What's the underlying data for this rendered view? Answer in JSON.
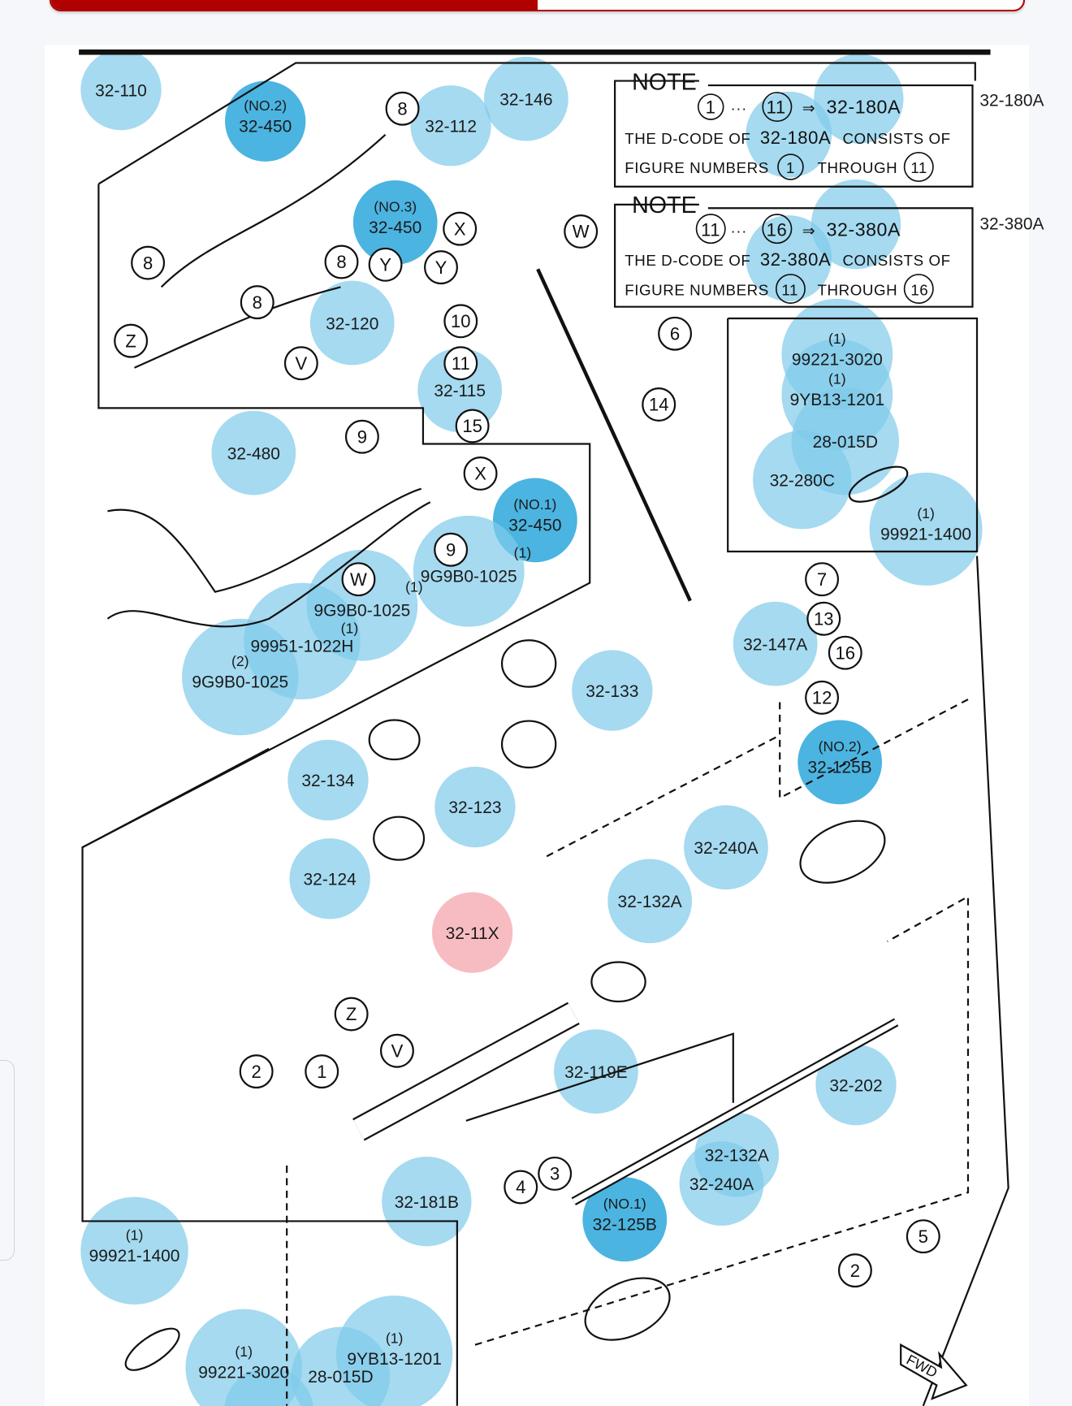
{
  "progress": {
    "percent": 50,
    "color": "#b00000"
  },
  "colors": {
    "hotspot": "#7fcbea",
    "hotspot_variant": "#2ba7dc",
    "hotspot_selected": "#f4a0a6"
  },
  "notes": [
    {
      "title": "NOTE",
      "range_from": "1",
      "range_to": "11",
      "arrow": "⇒",
      "code": "32-180A",
      "line1": "THE D-CODE OF",
      "line1_code": "32-180A",
      "line1_end": "CONSISTS OF",
      "line2": "FIGURE NUMBERS",
      "line2_from": "1",
      "line2_mid": "THROUGH",
      "line2_to": "11"
    },
    {
      "title": "NOTE",
      "range_from": "11",
      "range_to": "16",
      "arrow": "⇒",
      "code": "32-380A",
      "line1": "THE D-CODE OF",
      "line1_code": "32-380A",
      "line1_end": "CONSISTS OF",
      "line2": "FIGURE NUMBERS",
      "line2_from": "11",
      "line2_mid": "THROUGH",
      "line2_to": "16"
    }
  ],
  "hotspots": [
    {
      "label": "32-110",
      "sub": "",
      "kind": "normal"
    },
    {
      "label": "32-450",
      "sub": "(NO.2)",
      "kind": "variant"
    },
    {
      "label": "32-112",
      "sub": "",
      "kind": "normal"
    },
    {
      "label": "32-146",
      "sub": "",
      "kind": "normal"
    },
    {
      "label": "32-180A",
      "sub": "",
      "kind": "normal"
    },
    {
      "label": "",
      "sub": "",
      "kind": "normal"
    },
    {
      "label": "32-450",
      "sub": "(NO.3)",
      "kind": "variant"
    },
    {
      "label": "32-380A",
      "sub": "",
      "kind": "normal"
    },
    {
      "label": "",
      "sub": "",
      "kind": "normal"
    },
    {
      "label": "32-120",
      "sub": "",
      "kind": "normal"
    },
    {
      "label": "32-115",
      "sub": "",
      "kind": "normal"
    },
    {
      "label": "99221-3020",
      "sub": "(1)",
      "kind": "normal"
    },
    {
      "label": "9YB13-1201",
      "sub": "(1)",
      "kind": "normal"
    },
    {
      "label": "28-015D",
      "sub": "",
      "kind": "normal"
    },
    {
      "label": "32-280C",
      "sub": "",
      "kind": "normal"
    },
    {
      "label": "32-480",
      "sub": "",
      "kind": "normal"
    },
    {
      "label": "32-450",
      "sub": "(NO.1)",
      "kind": "variant"
    },
    {
      "label": "99921-1400",
      "sub": "(1)",
      "kind": "normal"
    },
    {
      "label": "9G9B0-1025",
      "sub": "(1)",
      "kind": "normal"
    },
    {
      "label": "9G9B0-1025",
      "sub": "(1)",
      "kind": "normal"
    },
    {
      "label": "99951-1022H",
      "sub": "(1)",
      "kind": "normal"
    },
    {
      "label": "9G9B0-1025",
      "sub": "(2)",
      "kind": "normal"
    },
    {
      "label": "32-133",
      "sub": "",
      "kind": "normal"
    },
    {
      "label": "32-147A",
      "sub": "",
      "kind": "normal"
    },
    {
      "label": "32-125B",
      "sub": "(NO.2)",
      "kind": "variant"
    },
    {
      "label": "32-134",
      "sub": "",
      "kind": "normal"
    },
    {
      "label": "32-123",
      "sub": "",
      "kind": "normal"
    },
    {
      "label": "32-240A",
      "sub": "",
      "kind": "normal"
    },
    {
      "label": "32-124",
      "sub": "",
      "kind": "normal"
    },
    {
      "label": "32-132A",
      "sub": "",
      "kind": "normal"
    },
    {
      "label": "32-11X",
      "sub": "",
      "kind": "selected"
    },
    {
      "label": "32-119E",
      "sub": "",
      "kind": "normal"
    },
    {
      "label": "32-202",
      "sub": "",
      "kind": "normal"
    },
    {
      "label": "32-132A",
      "sub": "",
      "kind": "normal"
    },
    {
      "label": "32-240A",
      "sub": "",
      "kind": "normal"
    },
    {
      "label": "32-125B",
      "sub": "(NO.1)",
      "kind": "variant"
    },
    {
      "label": "32-181B",
      "sub": "",
      "kind": "normal"
    },
    {
      "label": "99921-1400",
      "sub": "(1)",
      "kind": "normal"
    },
    {
      "label": "99221-3020",
      "sub": "(1)",
      "kind": "normal"
    },
    {
      "label": "28-015D",
      "sub": "",
      "kind": "normal"
    },
    {
      "label": "9YB13-1201",
      "sub": "(1)",
      "kind": "normal"
    },
    {
      "label": "32-280C",
      "sub": "",
      "kind": "normal"
    }
  ],
  "callouts": [
    "8",
    "8",
    "8",
    "8",
    "Z",
    "X",
    "W",
    "Y",
    "Y",
    "V",
    "10",
    "11",
    "15",
    "6",
    "14",
    "9",
    "9",
    "X",
    "W",
    "7",
    "13",
    "16",
    "12",
    "Z",
    "V",
    "2",
    "1",
    "4",
    "3",
    "5",
    "2"
  ],
  "fwd_label": "FWD"
}
